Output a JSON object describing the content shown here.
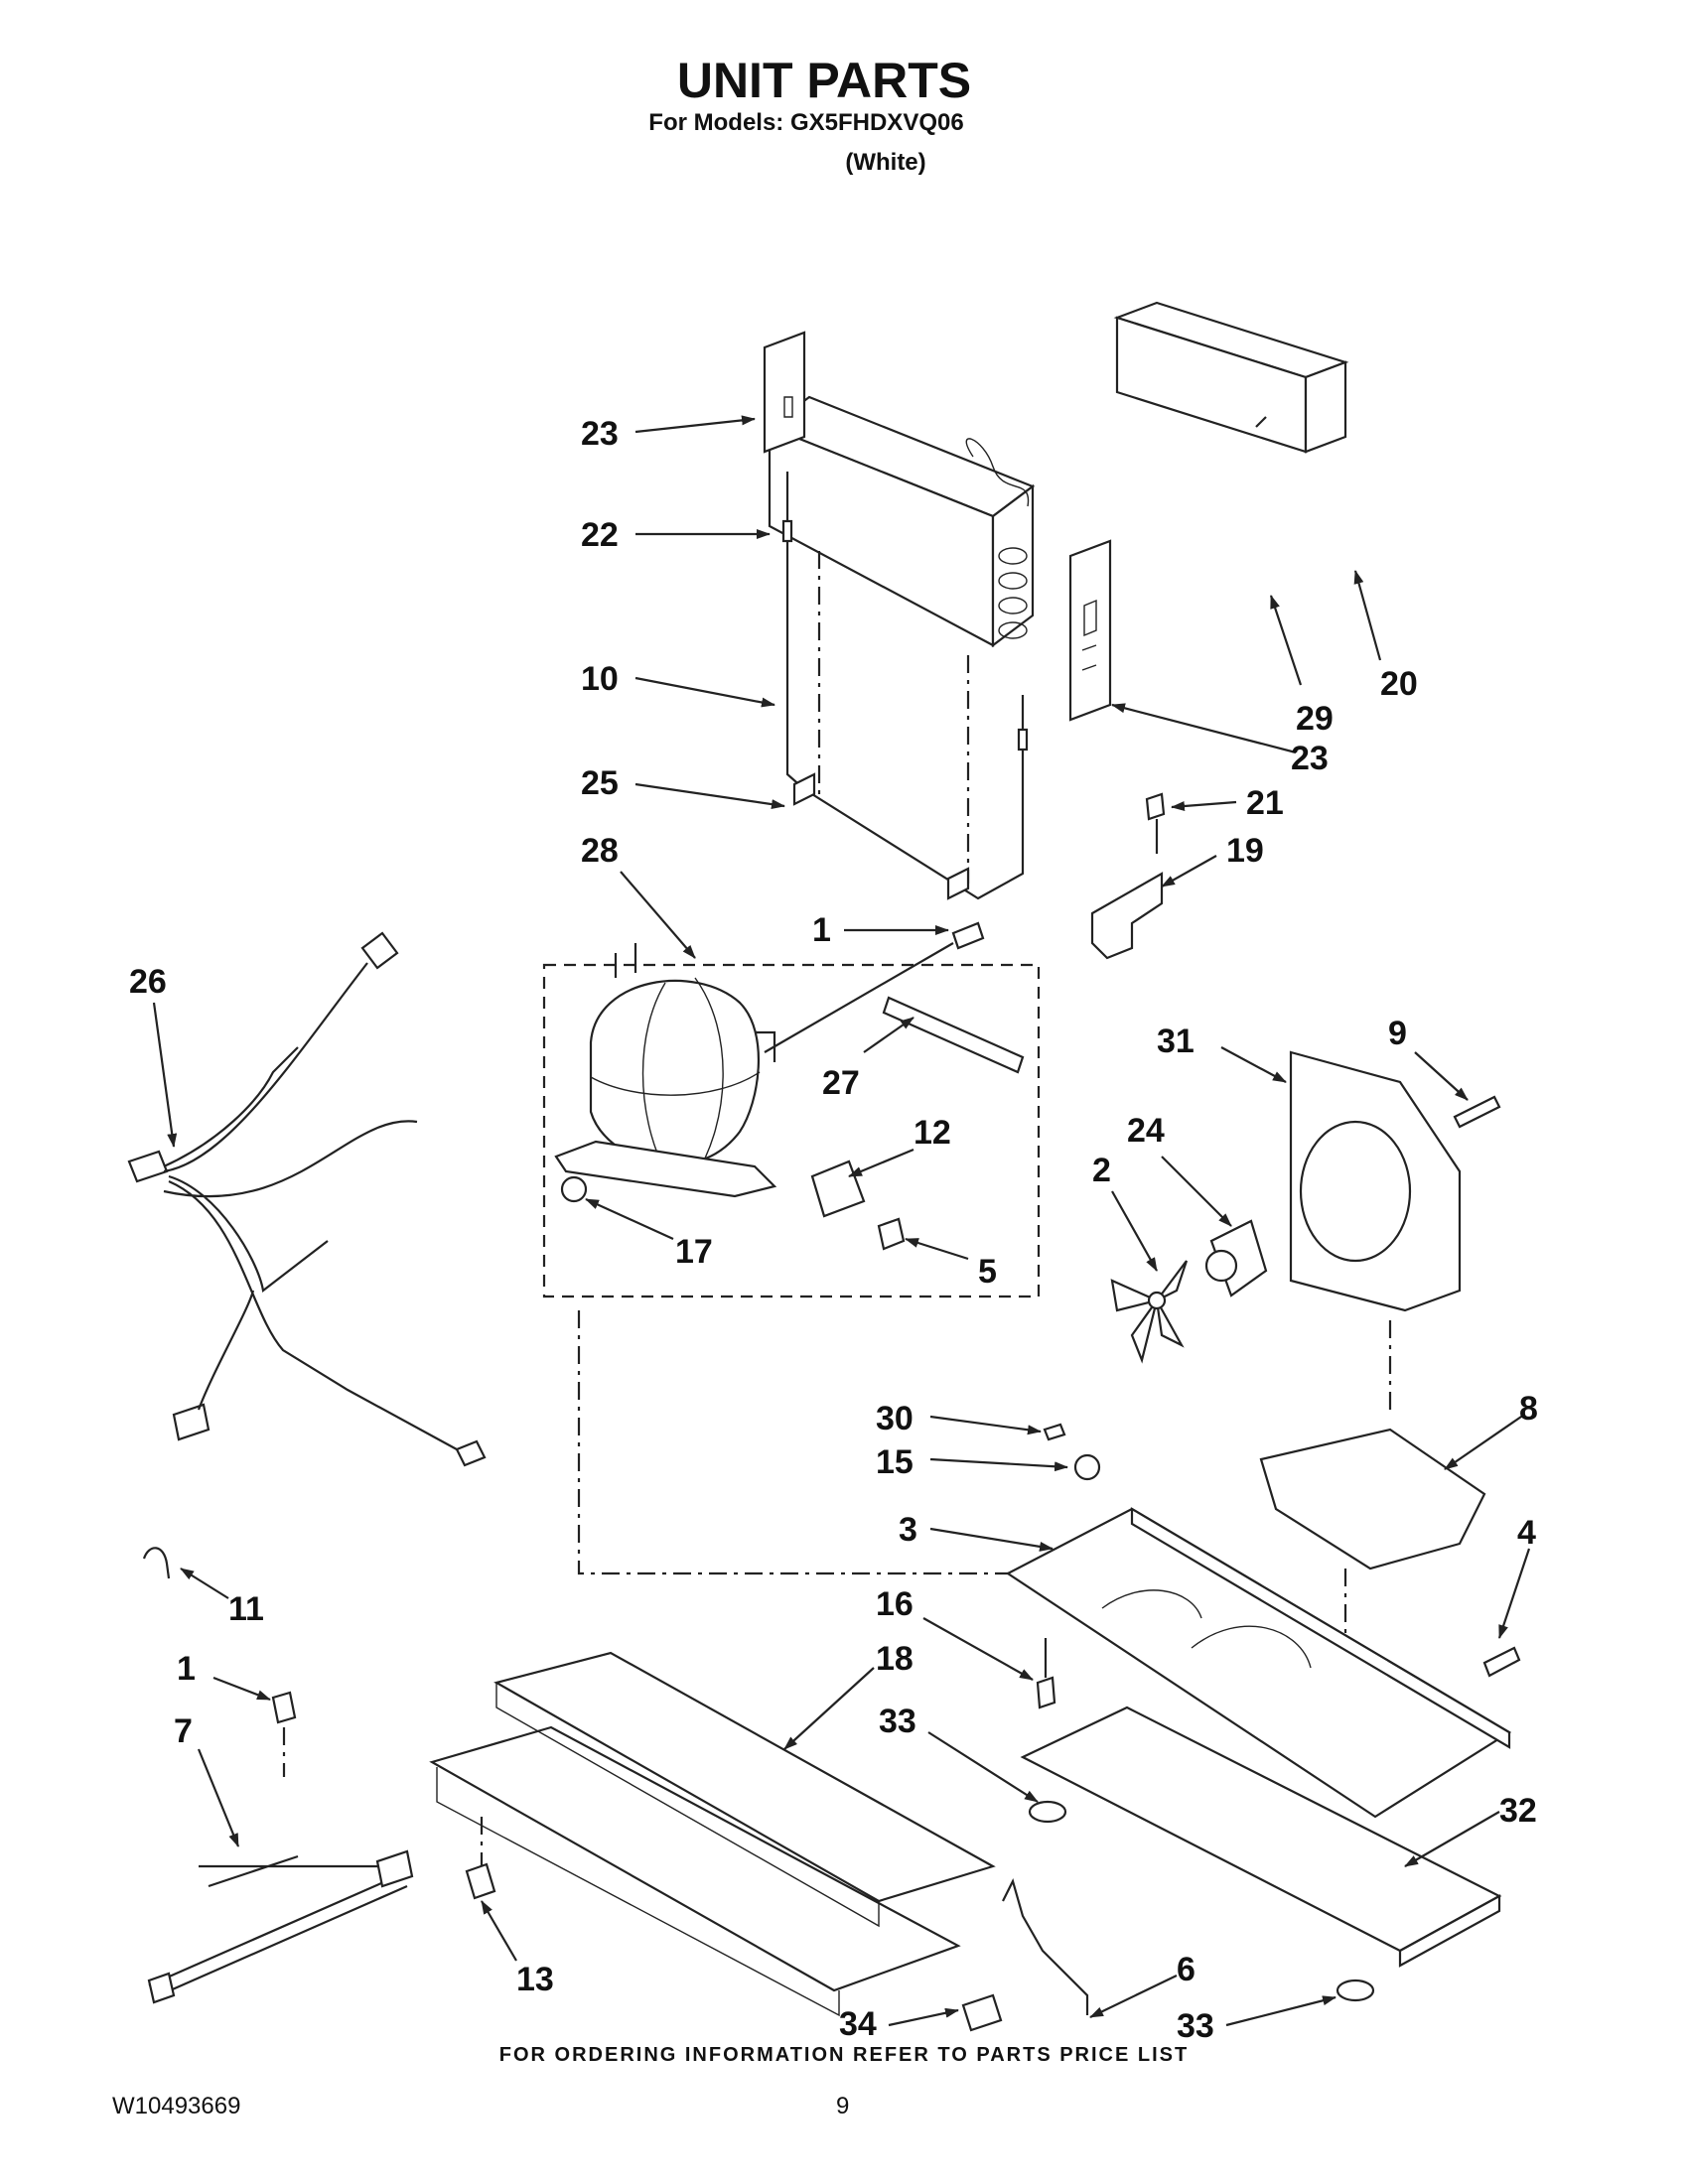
{
  "header": {
    "title": "UNIT PARTS",
    "models_line": "For Models: GX5FHDXVQ06",
    "color_line": "(White)"
  },
  "callouts": [
    {
      "id": "c23a",
      "label": "23"
    },
    {
      "id": "c22",
      "label": "22"
    },
    {
      "id": "c10",
      "label": "10"
    },
    {
      "id": "c25",
      "label": "25"
    },
    {
      "id": "c28",
      "label": "28"
    },
    {
      "id": "c20",
      "label": "20"
    },
    {
      "id": "c29",
      "label": "29"
    },
    {
      "id": "c23b",
      "label": "23"
    },
    {
      "id": "c21",
      "label": "21"
    },
    {
      "id": "c19",
      "label": "19"
    },
    {
      "id": "c1a",
      "label": "1"
    },
    {
      "id": "c26",
      "label": "26"
    },
    {
      "id": "c27",
      "label": "27"
    },
    {
      "id": "c12",
      "label": "12"
    },
    {
      "id": "c17",
      "label": "17"
    },
    {
      "id": "c5",
      "label": "5"
    },
    {
      "id": "c31",
      "label": "31"
    },
    {
      "id": "c9",
      "label": "9"
    },
    {
      "id": "c24",
      "label": "24"
    },
    {
      "id": "c2",
      "label": "2"
    },
    {
      "id": "c8",
      "label": "8"
    },
    {
      "id": "c30",
      "label": "30"
    },
    {
      "id": "c15",
      "label": "15"
    },
    {
      "id": "c3",
      "label": "3"
    },
    {
      "id": "c4",
      "label": "4"
    },
    {
      "id": "c11",
      "label": "11"
    },
    {
      "id": "c16",
      "label": "16"
    },
    {
      "id": "c18",
      "label": "18"
    },
    {
      "id": "c1b",
      "label": "1"
    },
    {
      "id": "c7",
      "label": "7"
    },
    {
      "id": "c33a",
      "label": "33"
    },
    {
      "id": "c32",
      "label": "32"
    },
    {
      "id": "c13",
      "label": "13"
    },
    {
      "id": "c34",
      "label": "34"
    },
    {
      "id": "c6",
      "label": "6"
    },
    {
      "id": "c33b",
      "label": "33"
    }
  ],
  "footer": {
    "ordering_note": "FOR ORDERING INFORMATION REFER TO PARTS PRICE LIST",
    "doc_number": "W10493669",
    "page_number": "9"
  }
}
